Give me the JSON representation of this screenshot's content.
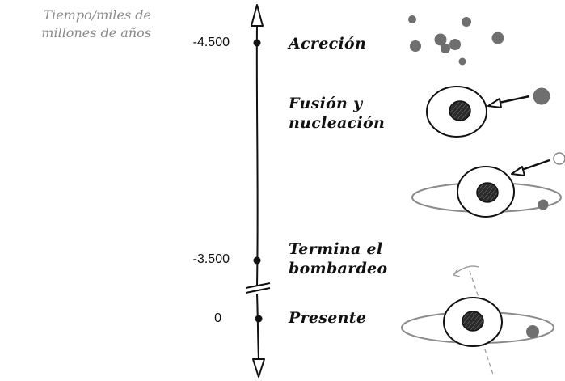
{
  "axis": {
    "title_line1": "Tiempo/miles de",
    "title_line2": "millones de años",
    "ticks": [
      "-4.500",
      "-3.500",
      "0"
    ]
  },
  "stages": {
    "accretion": "Acreción",
    "fusion_line1": "Fusión y",
    "fusion_line2": "nucleación",
    "bombardment_line1": "Termina el",
    "bombardment_line2": "bombardeo",
    "present": "Presente"
  },
  "colors": {
    "line": "#111111",
    "core": "#2a2a2a",
    "particle": "#6f6f6f",
    "orbit": "#8a8a8a",
    "title": "#8a8a8a"
  },
  "icons": [
    "accretion-particles-icon",
    "fusion-planet-icon",
    "moon-forming-impact-icon",
    "present-earth-moon-icon"
  ]
}
